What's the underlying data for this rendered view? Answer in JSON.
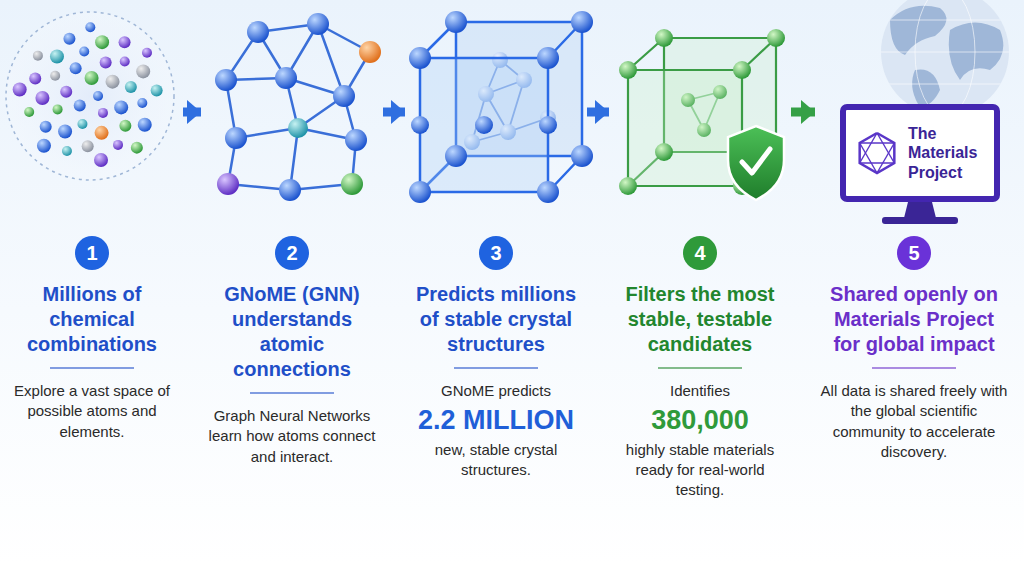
{
  "diagram": {
    "nodes": [
      {
        "text": [
          "1",
          "Millions of chemical combinations",
          "Explore a vast space of possible atoms and elements."
        ]
      },
      {
        "text": [
          "2",
          "GNoME (GNN) understands atomic connections",
          "Graph Neural Networks learn how atoms connect and interact."
        ]
      },
      {
        "text": [
          "3",
          "Predicts millions of stable crystal structures",
          "GNoME predicts",
          "2.2 MILLION",
          "new, stable crystal structures."
        ]
      },
      {
        "text": [
          "4",
          "Filters the most stable, testable candidates",
          "Identifies",
          "380,000",
          "highly stable materials ready for real-world testing."
        ]
      },
      {
        "text": [
          "5",
          "Shared openly on Materials Project for global impact",
          "All data is shared freely with the global scientific community to accelerate discovery."
        ]
      },
      {
        "text": [
          "The Materials Project"
        ],
        "in": 4
      }
    ],
    "edges": [
      {
        "from": 0,
        "to": 1,
        "arrow": "to"
      },
      {
        "from": 1,
        "to": 2,
        "arrow": "to"
      },
      {
        "from": 2,
        "to": 3,
        "arrow": "to"
      },
      {
        "from": 3,
        "to": 4,
        "arrow": "to"
      }
    ]
  }
}
